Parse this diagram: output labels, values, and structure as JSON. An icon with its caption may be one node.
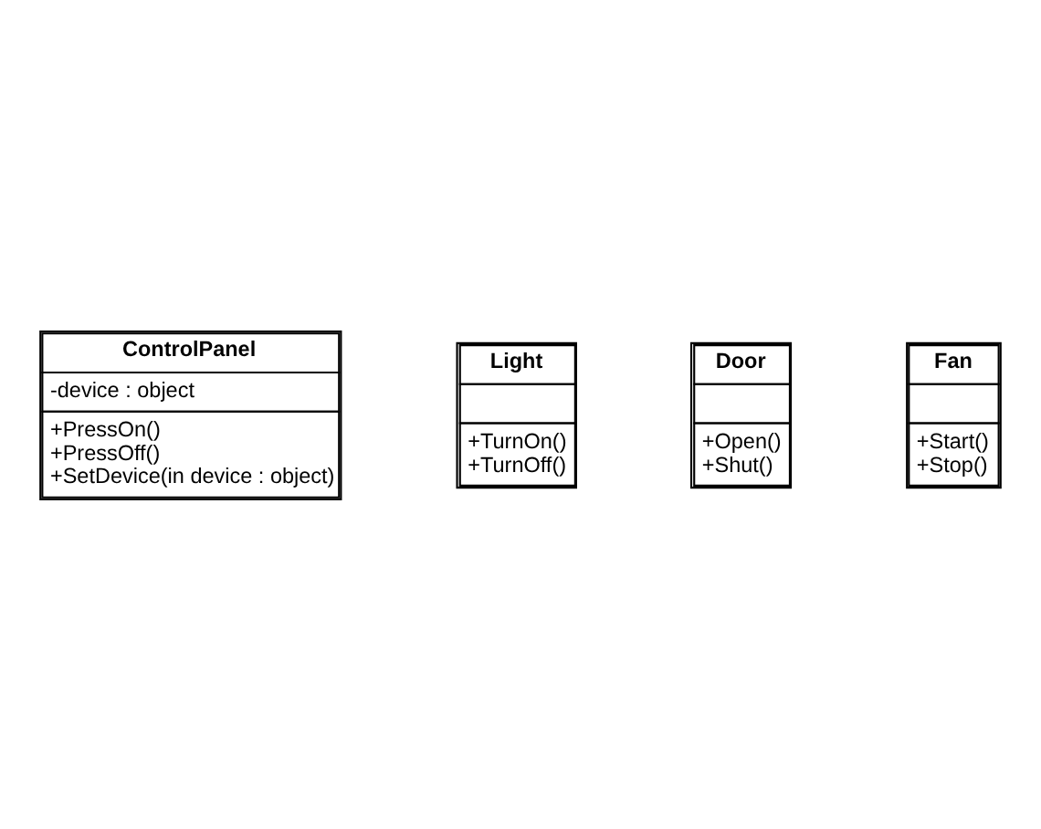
{
  "diagram": {
    "nodes": [
      {
        "text": [
          "ControlPanel",
          "-device : object",
          "+PressOn()",
          "+PressOff()",
          "+SetDevice(in device : object)"
        ]
      },
      {
        "text": [
          "Light",
          "+TurnOn()",
          "+TurnOff()"
        ]
      },
      {
        "text": [
          "Door",
          "+Open()",
          "+Shut()"
        ]
      },
      {
        "text": [
          "Fan",
          "+Start()",
          "+Stop()"
        ]
      }
    ],
    "edges": []
  }
}
